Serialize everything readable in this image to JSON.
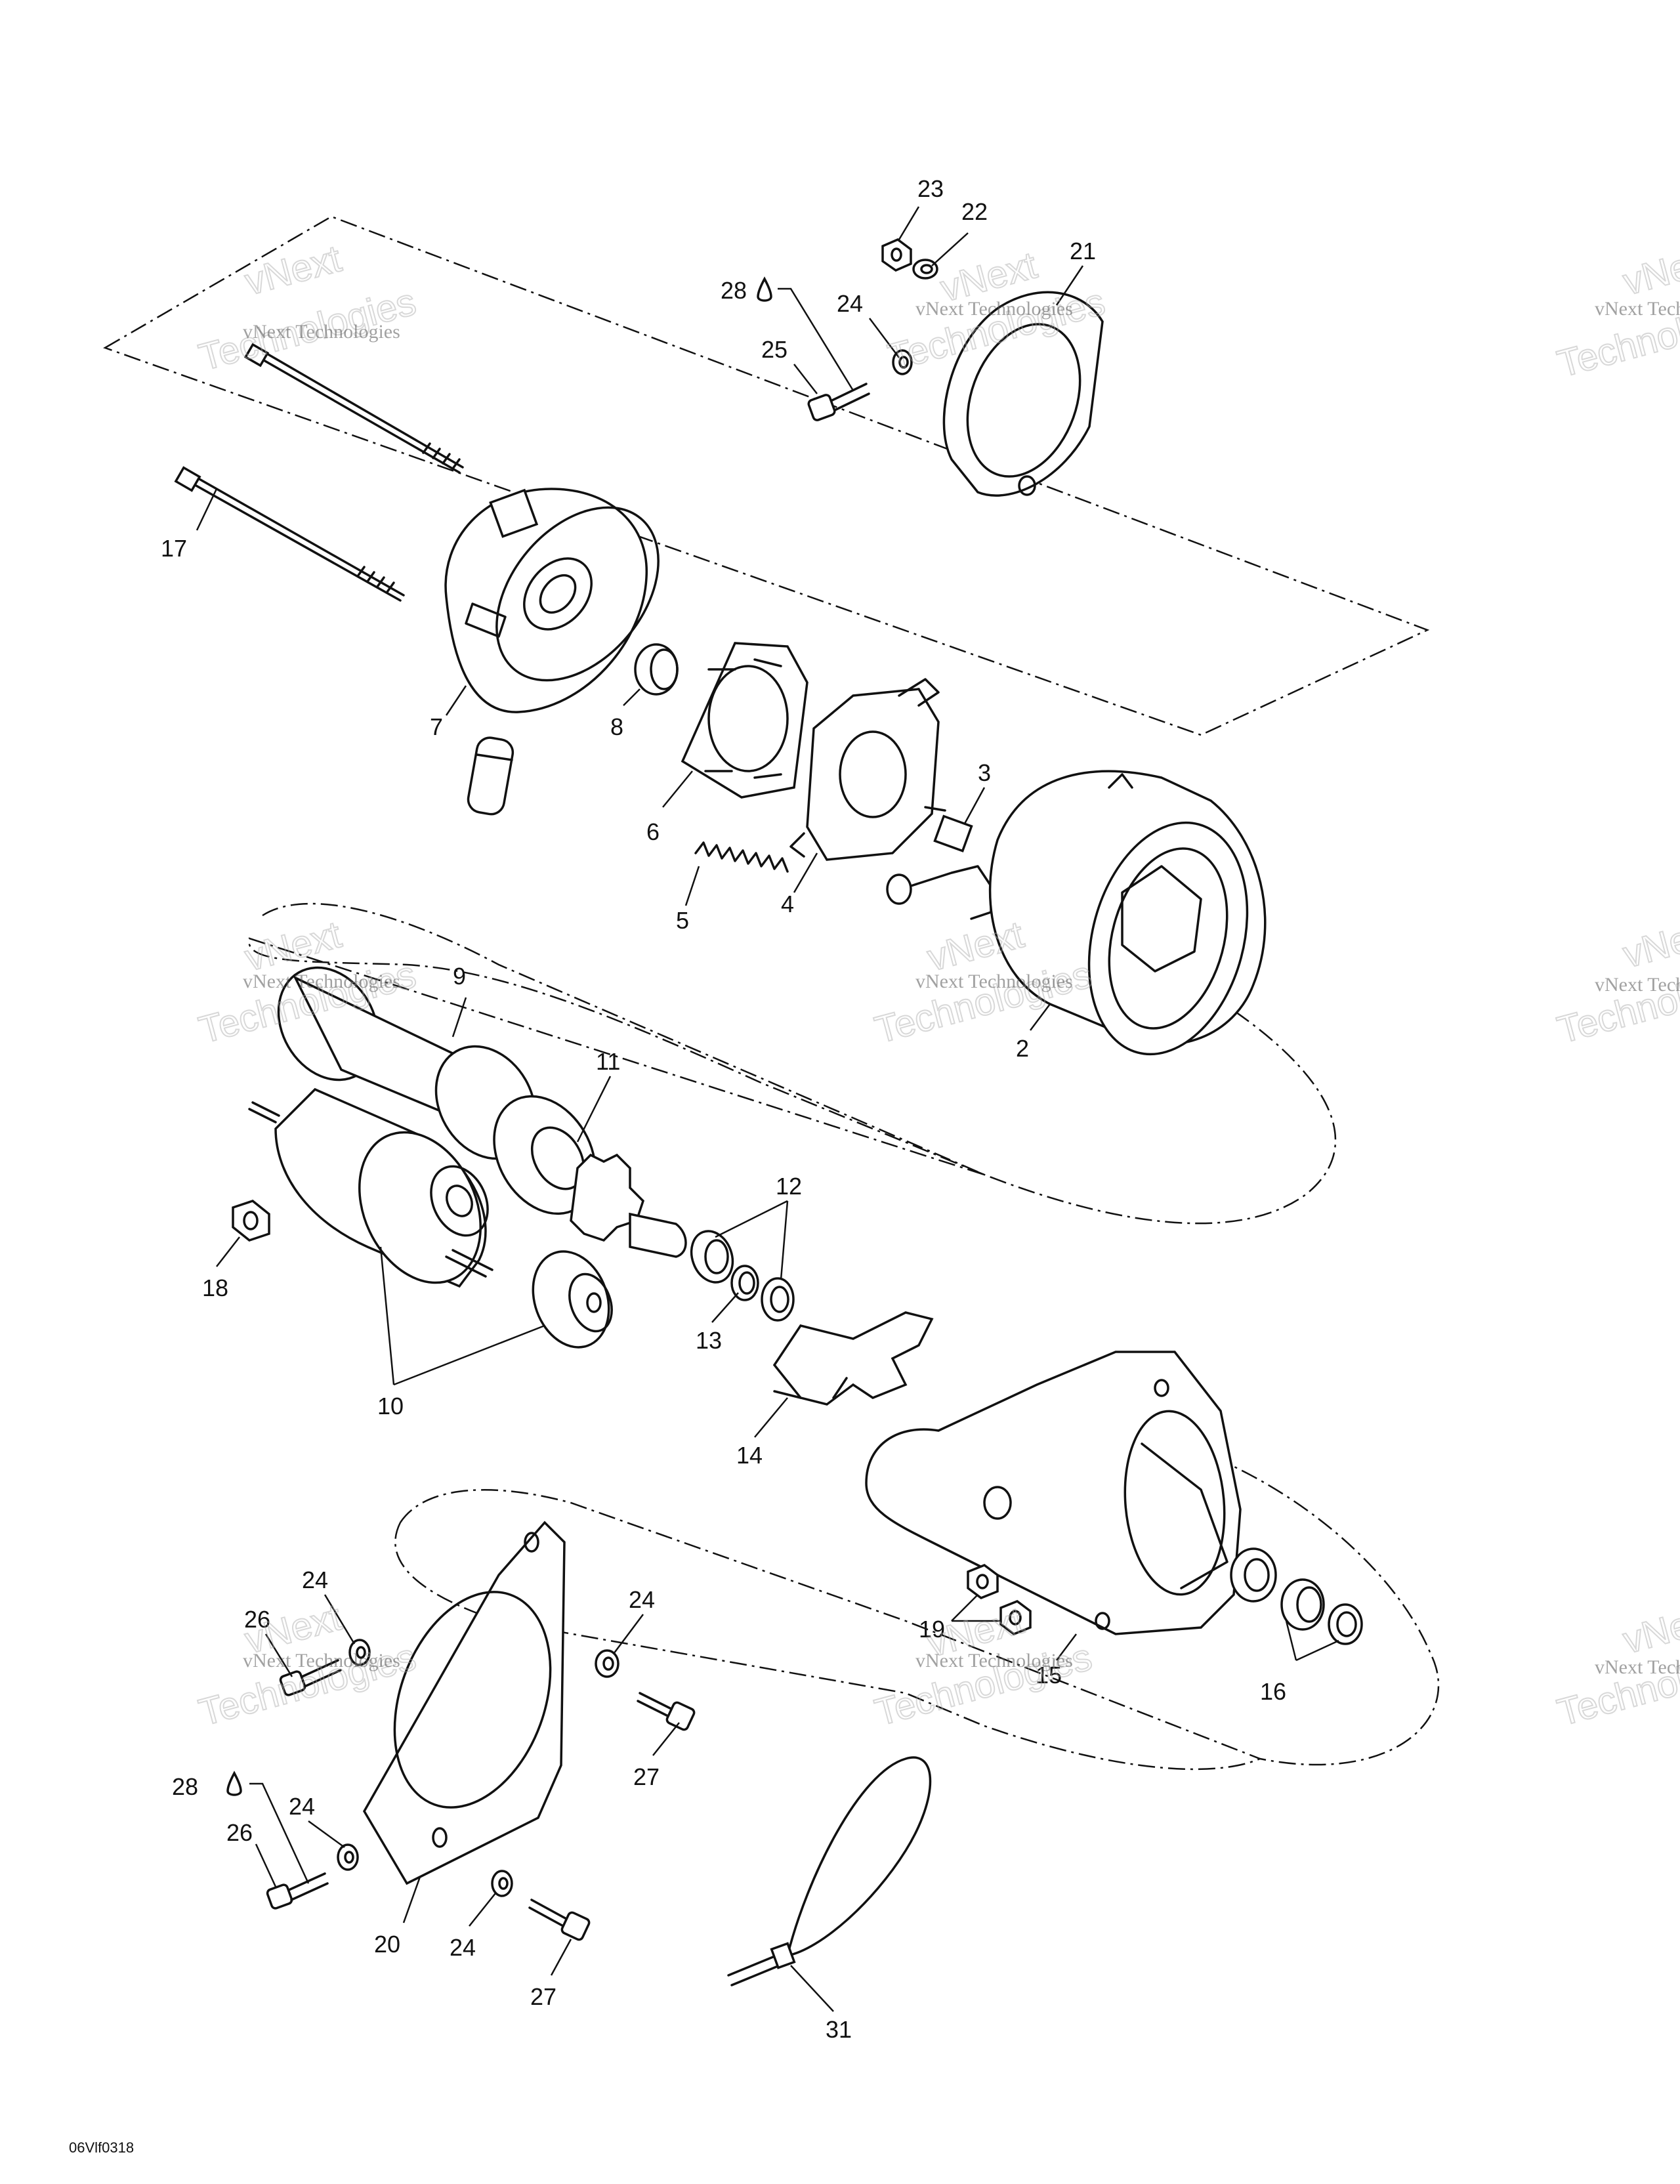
{
  "figure_code": "06Vlf0318",
  "callouts": [
    {
      "id": "c23",
      "label": "23"
    },
    {
      "id": "c22",
      "label": "22"
    },
    {
      "id": "c21",
      "label": "21"
    },
    {
      "id": "c28a",
      "label": "28"
    },
    {
      "id": "c24a",
      "label": "24"
    },
    {
      "id": "c25",
      "label": "25"
    },
    {
      "id": "c17",
      "label": "17"
    },
    {
      "id": "c7",
      "label": "7"
    },
    {
      "id": "c8",
      "label": "8"
    },
    {
      "id": "c6",
      "label": "6"
    },
    {
      "id": "c3",
      "label": "3"
    },
    {
      "id": "c4",
      "label": "4"
    },
    {
      "id": "c5",
      "label": "5"
    },
    {
      "id": "c9",
      "label": "9"
    },
    {
      "id": "c2",
      "label": "2"
    },
    {
      "id": "c11",
      "label": "11"
    },
    {
      "id": "c12",
      "label": "12"
    },
    {
      "id": "c18",
      "label": "18"
    },
    {
      "id": "c13",
      "label": "13"
    },
    {
      "id": "c10",
      "label": "10"
    },
    {
      "id": "c14",
      "label": "14"
    },
    {
      "id": "c19",
      "label": "19"
    },
    {
      "id": "c15",
      "label": "15"
    },
    {
      "id": "c16",
      "label": "16"
    },
    {
      "id": "c24b",
      "label": "24"
    },
    {
      "id": "c26a",
      "label": "26"
    },
    {
      "id": "c24c",
      "label": "24"
    },
    {
      "id": "c27a",
      "label": "27"
    },
    {
      "id": "c28b",
      "label": "28"
    },
    {
      "id": "c24d",
      "label": "24"
    },
    {
      "id": "c26b",
      "label": "26"
    },
    {
      "id": "c20",
      "label": "20"
    },
    {
      "id": "c24e",
      "label": "24"
    },
    {
      "id": "c27b",
      "label": "27"
    },
    {
      "id": "c31",
      "label": "31"
    }
  ],
  "watermark": {
    "line1": "vNext Technologies",
    "word1": "vNext",
    "word2": "Technologies"
  }
}
